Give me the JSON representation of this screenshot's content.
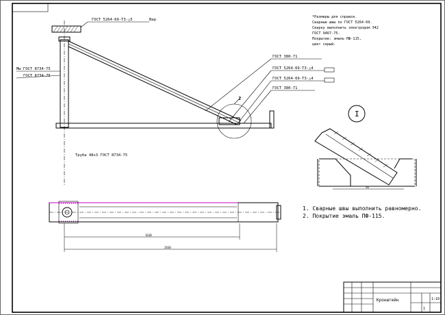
{
  "drawing": {
    "top_callout": "ГОСТ 5264-69-Т3-△5",
    "top_weld_tag": "Вар",
    "left_callout_1": "Мы ГОСТ 8734-75",
    "left_callout_2": "ГОСТ 8734-75",
    "callout_1": "ГОСТ 380-71",
    "callout_2": "ГОСТ 5264-69-Т3-△4",
    "callout_3": "ГОСТ 5264-69-Т3-△4",
    "callout_4": "ГОСТ 380-71",
    "detail_tag": "I",
    "detail_label": "I",
    "caption": "Труба 48х3 ГОСТ 8734-75",
    "detail_dim": "50",
    "dim_short": "1630",
    "dim_long": "2830"
  },
  "notes": {
    "tech_req": [
      "*Размеры для справок.",
      "Сварные швы по ГОСТ 5264-69.",
      "Сварку выполнить электродом Э42",
      "ГОСТ 9467-75.",
      "Покрытие: эмаль ПФ-115,",
      "цвет серый."
    ],
    "bottom_notes": [
      "1. Сварные швы выполнить равномерно.",
      "2. Покрытие эмаль ПФ-115."
    ]
  },
  "title_block": {
    "title": "Кронштейн",
    "scale": "1:10",
    "sheet": "1"
  }
}
